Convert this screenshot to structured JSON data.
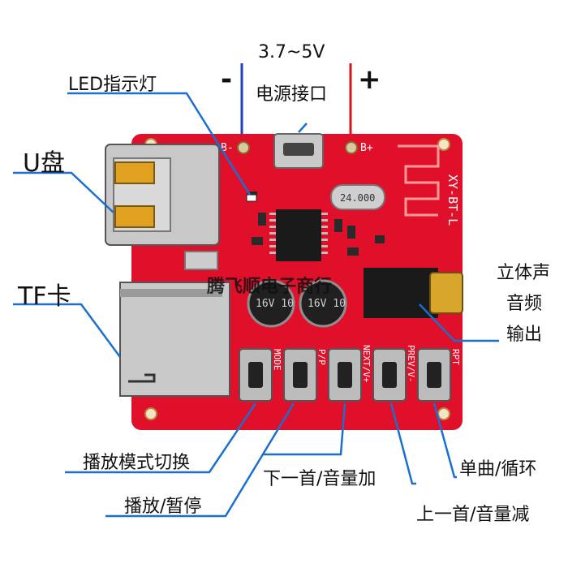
{
  "power": {
    "voltage": "3.7~5V",
    "minus": "-",
    "plus": "+",
    "port_label": "电源接口"
  },
  "labels": {
    "led": "LED指示灯",
    "usb": "U盘",
    "tf": "TF卡",
    "stereo_1": "立体声",
    "stereo_2": "音频",
    "stereo_3": "输出",
    "mode": "播放模式切换",
    "play_pause": "播放/暂停",
    "next_vol": "下一首/音量加",
    "loop": "单曲/循环",
    "prev_vol": "上一首/音量减"
  },
  "silkscreen": {
    "b_minus": "B-",
    "b_plus": "B+",
    "model": "XY-BT-L",
    "crystal": "24.000",
    "cap1_value": "16V 10",
    "cap2_value": "16V 10",
    "btn_mode": "MODE",
    "btn_pp": "P/P",
    "btn_next": "NEXT/V+",
    "btn_prev": "PREV/V-",
    "btn_rpt": "RPT"
  },
  "watermark": "腾飞顺电子商行",
  "colors": {
    "pcb": "#e0102a",
    "minus_wire": "#1f3fbf",
    "plus_wire": "#d8141b",
    "leader_line": "#1a6fd0"
  }
}
